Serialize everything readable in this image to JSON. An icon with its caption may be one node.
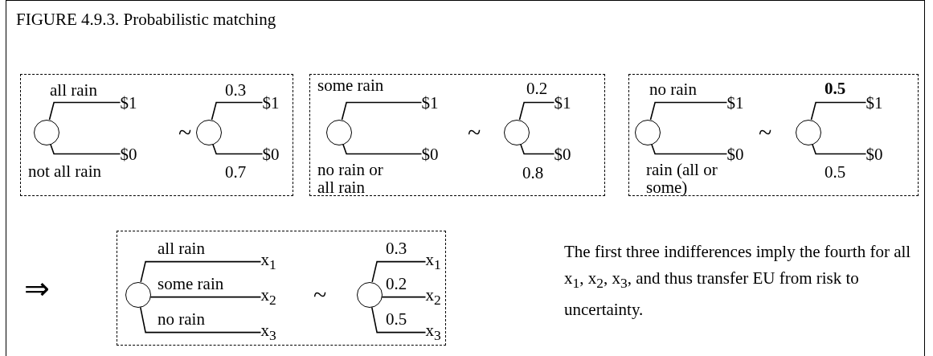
{
  "diagram": {
    "title": "FIGURE 4.9.3. Probabilistic matching",
    "nodes": [
      {
        "text": [],
        "shape": "box"
      },
      {
        "text": [],
        "shape": "circle",
        "in": 0
      },
      {
        "text": [
          "$1"
        ],
        "in": 0
      },
      {
        "text": [
          "$0"
        ],
        "in": 0
      },
      {
        "text": [],
        "shape": "circle",
        "in": 0
      },
      {
        "text": [
          "$1"
        ],
        "in": 0
      },
      {
        "text": [
          "$0"
        ],
        "in": 0
      },
      {
        "text": [],
        "shape": "box"
      },
      {
        "text": [],
        "shape": "circle",
        "in": 7
      },
      {
        "text": [
          "$1"
        ],
        "in": 7
      },
      {
        "text": [
          "$0"
        ],
        "in": 7
      },
      {
        "text": [],
        "shape": "circle",
        "in": 7
      },
      {
        "text": [
          "$1"
        ],
        "in": 7
      },
      {
        "text": [
          "$0"
        ],
        "in": 7
      },
      {
        "text": [],
        "shape": "box"
      },
      {
        "text": [],
        "shape": "circle",
        "in": 14
      },
      {
        "text": [
          "$1"
        ],
        "in": 14
      },
      {
        "text": [
          "$0"
        ],
        "in": 14
      },
      {
        "text": [],
        "shape": "circle",
        "in": 14
      },
      {
        "text": [
          "$1"
        ],
        "in": 14
      },
      {
        "text": [
          "$0"
        ],
        "in": 14
      },
      {
        "text": [],
        "shape": "box"
      },
      {
        "text": [],
        "shape": "circle",
        "in": 21
      },
      {
        "text": [
          "x$_{1}$"
        ],
        "in": 21
      },
      {
        "text": [
          "x$_{2}$"
        ],
        "in": 21
      },
      {
        "text": [
          "x$_{3}$"
        ],
        "in": 21
      },
      {
        "text": [],
        "shape": "circle",
        "in": 21
      },
      {
        "text": [
          "x$_{1}$"
        ],
        "in": 21
      },
      {
        "text": [
          "x$_{2}$"
        ],
        "in": 21
      },
      {
        "text": [
          "x$_{3}$"
        ],
        "in": 21
      }
    ],
    "edges": [
      {
        "from": 1,
        "to": 2,
        "arrow": "none",
        "label": "all rain"
      },
      {
        "from": 1,
        "to": 3,
        "arrow": "none",
        "label": "not all rain"
      },
      {
        "from": 4,
        "to": 5,
        "arrow": "none",
        "label": "0.3"
      },
      {
        "from": 4,
        "to": 6,
        "arrow": "none",
        "label": "0.7"
      },
      {
        "from": 8,
        "to": 9,
        "arrow": "none",
        "label": "some rain"
      },
      {
        "from": 8,
        "to": 10,
        "arrow": "none",
        "label": "no rain or all rain"
      },
      {
        "from": 11,
        "to": 12,
        "arrow": "none",
        "label": "0.2"
      },
      {
        "from": 11,
        "to": 13,
        "arrow": "none",
        "label": "0.8"
      },
      {
        "from": 15,
        "to": 16,
        "arrow": "none",
        "label": "no rain"
      },
      {
        "from": 15,
        "to": 17,
        "arrow": "none",
        "label": "rain (all or some)"
      },
      {
        "from": 18,
        "to": 19,
        "arrow": "none",
        "label": "0.5"
      },
      {
        "from": 18,
        "to": 20,
        "arrow": "none",
        "label": "0.5"
      },
      {
        "from": 22,
        "to": 23,
        "arrow": "none",
        "label": "all rain"
      },
      {
        "from": 22,
        "to": 24,
        "arrow": "none",
        "label": "some rain"
      },
      {
        "from": 22,
        "to": 25,
        "arrow": "none",
        "label": "no rain"
      },
      {
        "from": 26,
        "to": 27,
        "arrow": "none",
        "label": "0.3"
      },
      {
        "from": 26,
        "to": 28,
        "arrow": "none",
        "label": "0.2"
      },
      {
        "from": 26,
        "to": 29,
        "arrow": "none",
        "label": "0.5"
      }
    ],
    "labels": [
      "~",
      "~",
      "~",
      "⇒",
      "~",
      "The first three indifferences imply the fourth for all x$_{1}$, x$_{2}$, x$_{3}$, and thus transfer EU from risk to uncertainty."
    ]
  }
}
